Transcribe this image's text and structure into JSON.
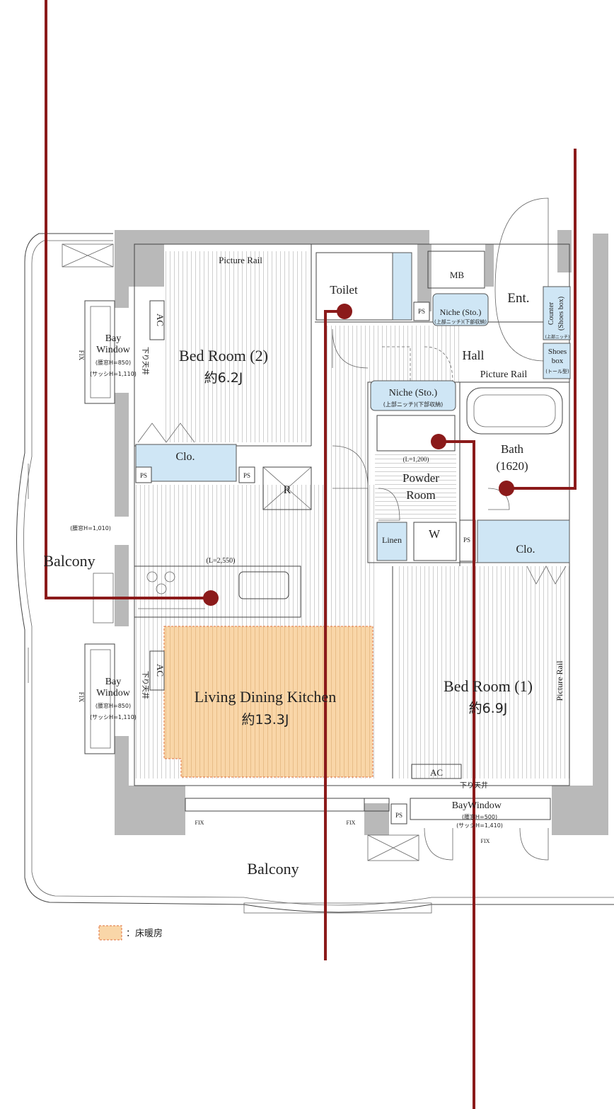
{
  "rooms": {
    "bedroom2_name": "Bed Room (2)",
    "bedroom2_size": "約6.2J",
    "bedroom1_name": "Bed Room (1)",
    "bedroom1_size": "約6.9J",
    "ldk_name": "Living Dining Kitchen",
    "ldk_size": "約13.3J",
    "toilet": "Toilet",
    "entrance": "Ent.",
    "hall": "Hall",
    "bath_name": "Bath",
    "bath_size": "(1620)",
    "powder_line1": "Powder",
    "powder_line2": "Room",
    "balcony_top": "Balcony",
    "balcony_bottom": "Balcony"
  },
  "labels": {
    "picture_rail_top": "Picture Rail",
    "picture_rail_hall": "Picture Rail",
    "picture_rail_bed1": "Picture Rail",
    "mb": "MB",
    "ps": "PS",
    "clo": "Clo.",
    "ac": "AC",
    "refrigerator": "R",
    "washer": "W",
    "linen": "Linen",
    "niche_sto": "Niche (Sto.)",
    "niche_sub": "(上部ニッチ)(下部収納)",
    "counter": "Counter",
    "shoes_box_paren": "(Shoes box)",
    "upper_niche": "(上部ニッチ)",
    "shoes": "Shoes",
    "box": "box",
    "tall_type": "(トール型)",
    "bay_window_1": "Bay",
    "bay_window_2": "Window",
    "bay_sill_850": "(腰窓H=850)",
    "bay_sash_1110": "(サッシH=1,110)",
    "bay_sill_500": "(腰窓H=500)",
    "bay_sash_1410": "(サッシH=1,410)",
    "sill_1010": "(腰窓H=1,010)",
    "fix": "FIX",
    "lowered_ceiling": "下り天井",
    "kitchen_length": "(L=2,550)",
    "vanity_length": "(L=1,200)"
  },
  "legend": {
    "text": "：床暖房"
  },
  "colors": {
    "leader": "#8b1a1a",
    "wall": "#b9b9b9",
    "floor_heating": "#f9d6a8",
    "closet": "#cfe6f5"
  }
}
